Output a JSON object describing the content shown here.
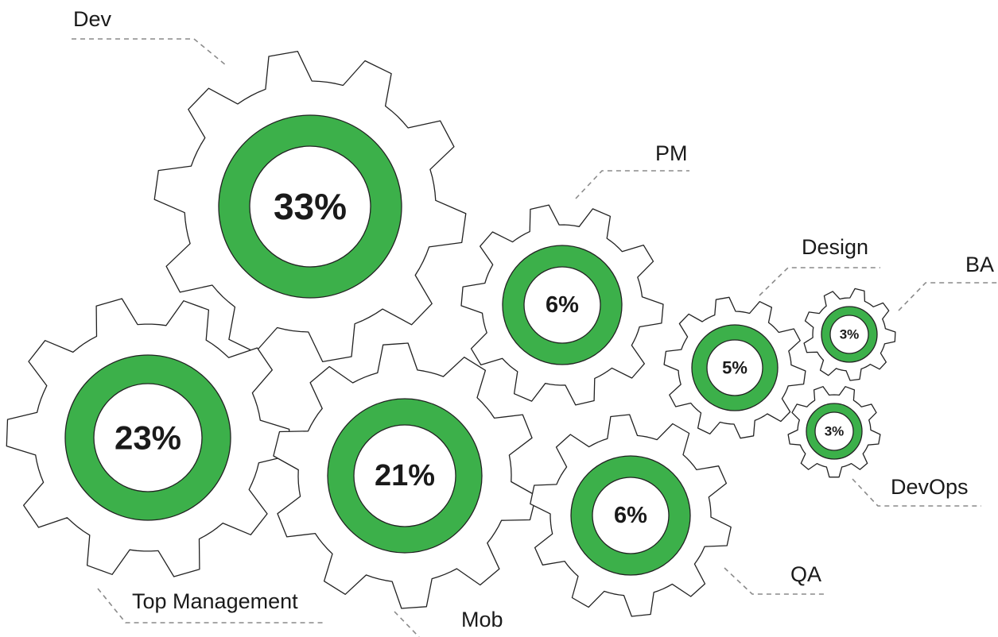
{
  "colors": {
    "accent": "#3cb04a",
    "outline": "#222222",
    "leader": "#8a8a8a"
  },
  "departments": [
    {
      "key": "dev",
      "label": "Dev",
      "percent": "33%"
    },
    {
      "key": "top",
      "label": "Top Management",
      "percent": "23%"
    },
    {
      "key": "mob",
      "label": "Mob",
      "percent": "21%"
    },
    {
      "key": "pm",
      "label": "PM",
      "percent": "6%"
    },
    {
      "key": "qa",
      "label": "QA",
      "percent": "6%"
    },
    {
      "key": "design",
      "label": "Design",
      "percent": "5%"
    },
    {
      "key": "ba",
      "label": "BA",
      "percent": "3%"
    },
    {
      "key": "devops",
      "label": "DevOps",
      "percent": "3%"
    }
  ]
}
